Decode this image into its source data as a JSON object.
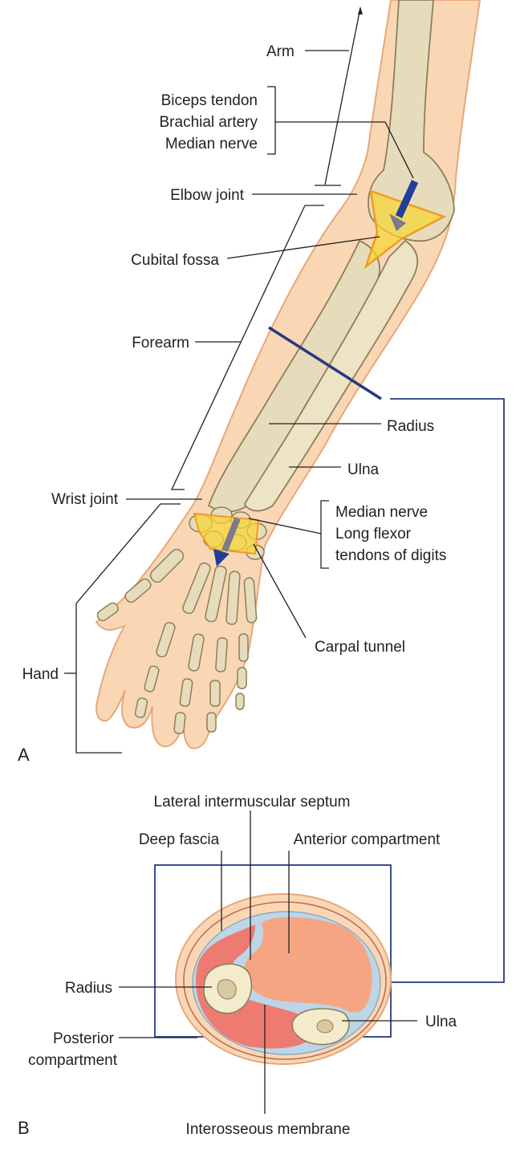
{
  "panel_a": {
    "letter": "A",
    "labels": {
      "arm": "Arm",
      "biceps_tendon": "Biceps tendon",
      "brachial_artery": "Brachial artery",
      "median_nerve_top": "Median nerve",
      "elbow_joint": "Elbow joint",
      "cubital_fossa": "Cubital fossa",
      "forearm": "Forearm",
      "radius": "Radius",
      "ulna": "Ulna",
      "wrist_joint": "Wrist joint",
      "median_nerve_wrist": "Median nerve",
      "long_flexor_1": "Long flexor",
      "long_flexor_2": "tendons of digits",
      "carpal_tunnel": "Carpal tunnel",
      "hand": "Hand"
    }
  },
  "panel_b": {
    "letter": "B",
    "labels": {
      "lateral_septum": "Lateral intermuscular septum",
      "deep_fascia": "Deep fascia",
      "anterior_compartment": "Anterior compartment",
      "radius": "Radius",
      "ulna": "Ulna",
      "posterior_1": "Posterior",
      "posterior_2": "compartment",
      "interosseous_membrane": "Interosseous membrane"
    }
  },
  "colors": {
    "skin": "#f9d7b5",
    "skin_outline": "#e8a77a",
    "bone": "#e6dcbc",
    "bone_outline": "#8c7f5a",
    "highlight": "#f6d631",
    "highlight_outline": "#f39a1f",
    "arrow": "#1f3f9a",
    "section_box": "#273a7d",
    "anterior": "#f6a582",
    "posterior": "#ee7b72",
    "fascia": "#bcd6e8"
  }
}
